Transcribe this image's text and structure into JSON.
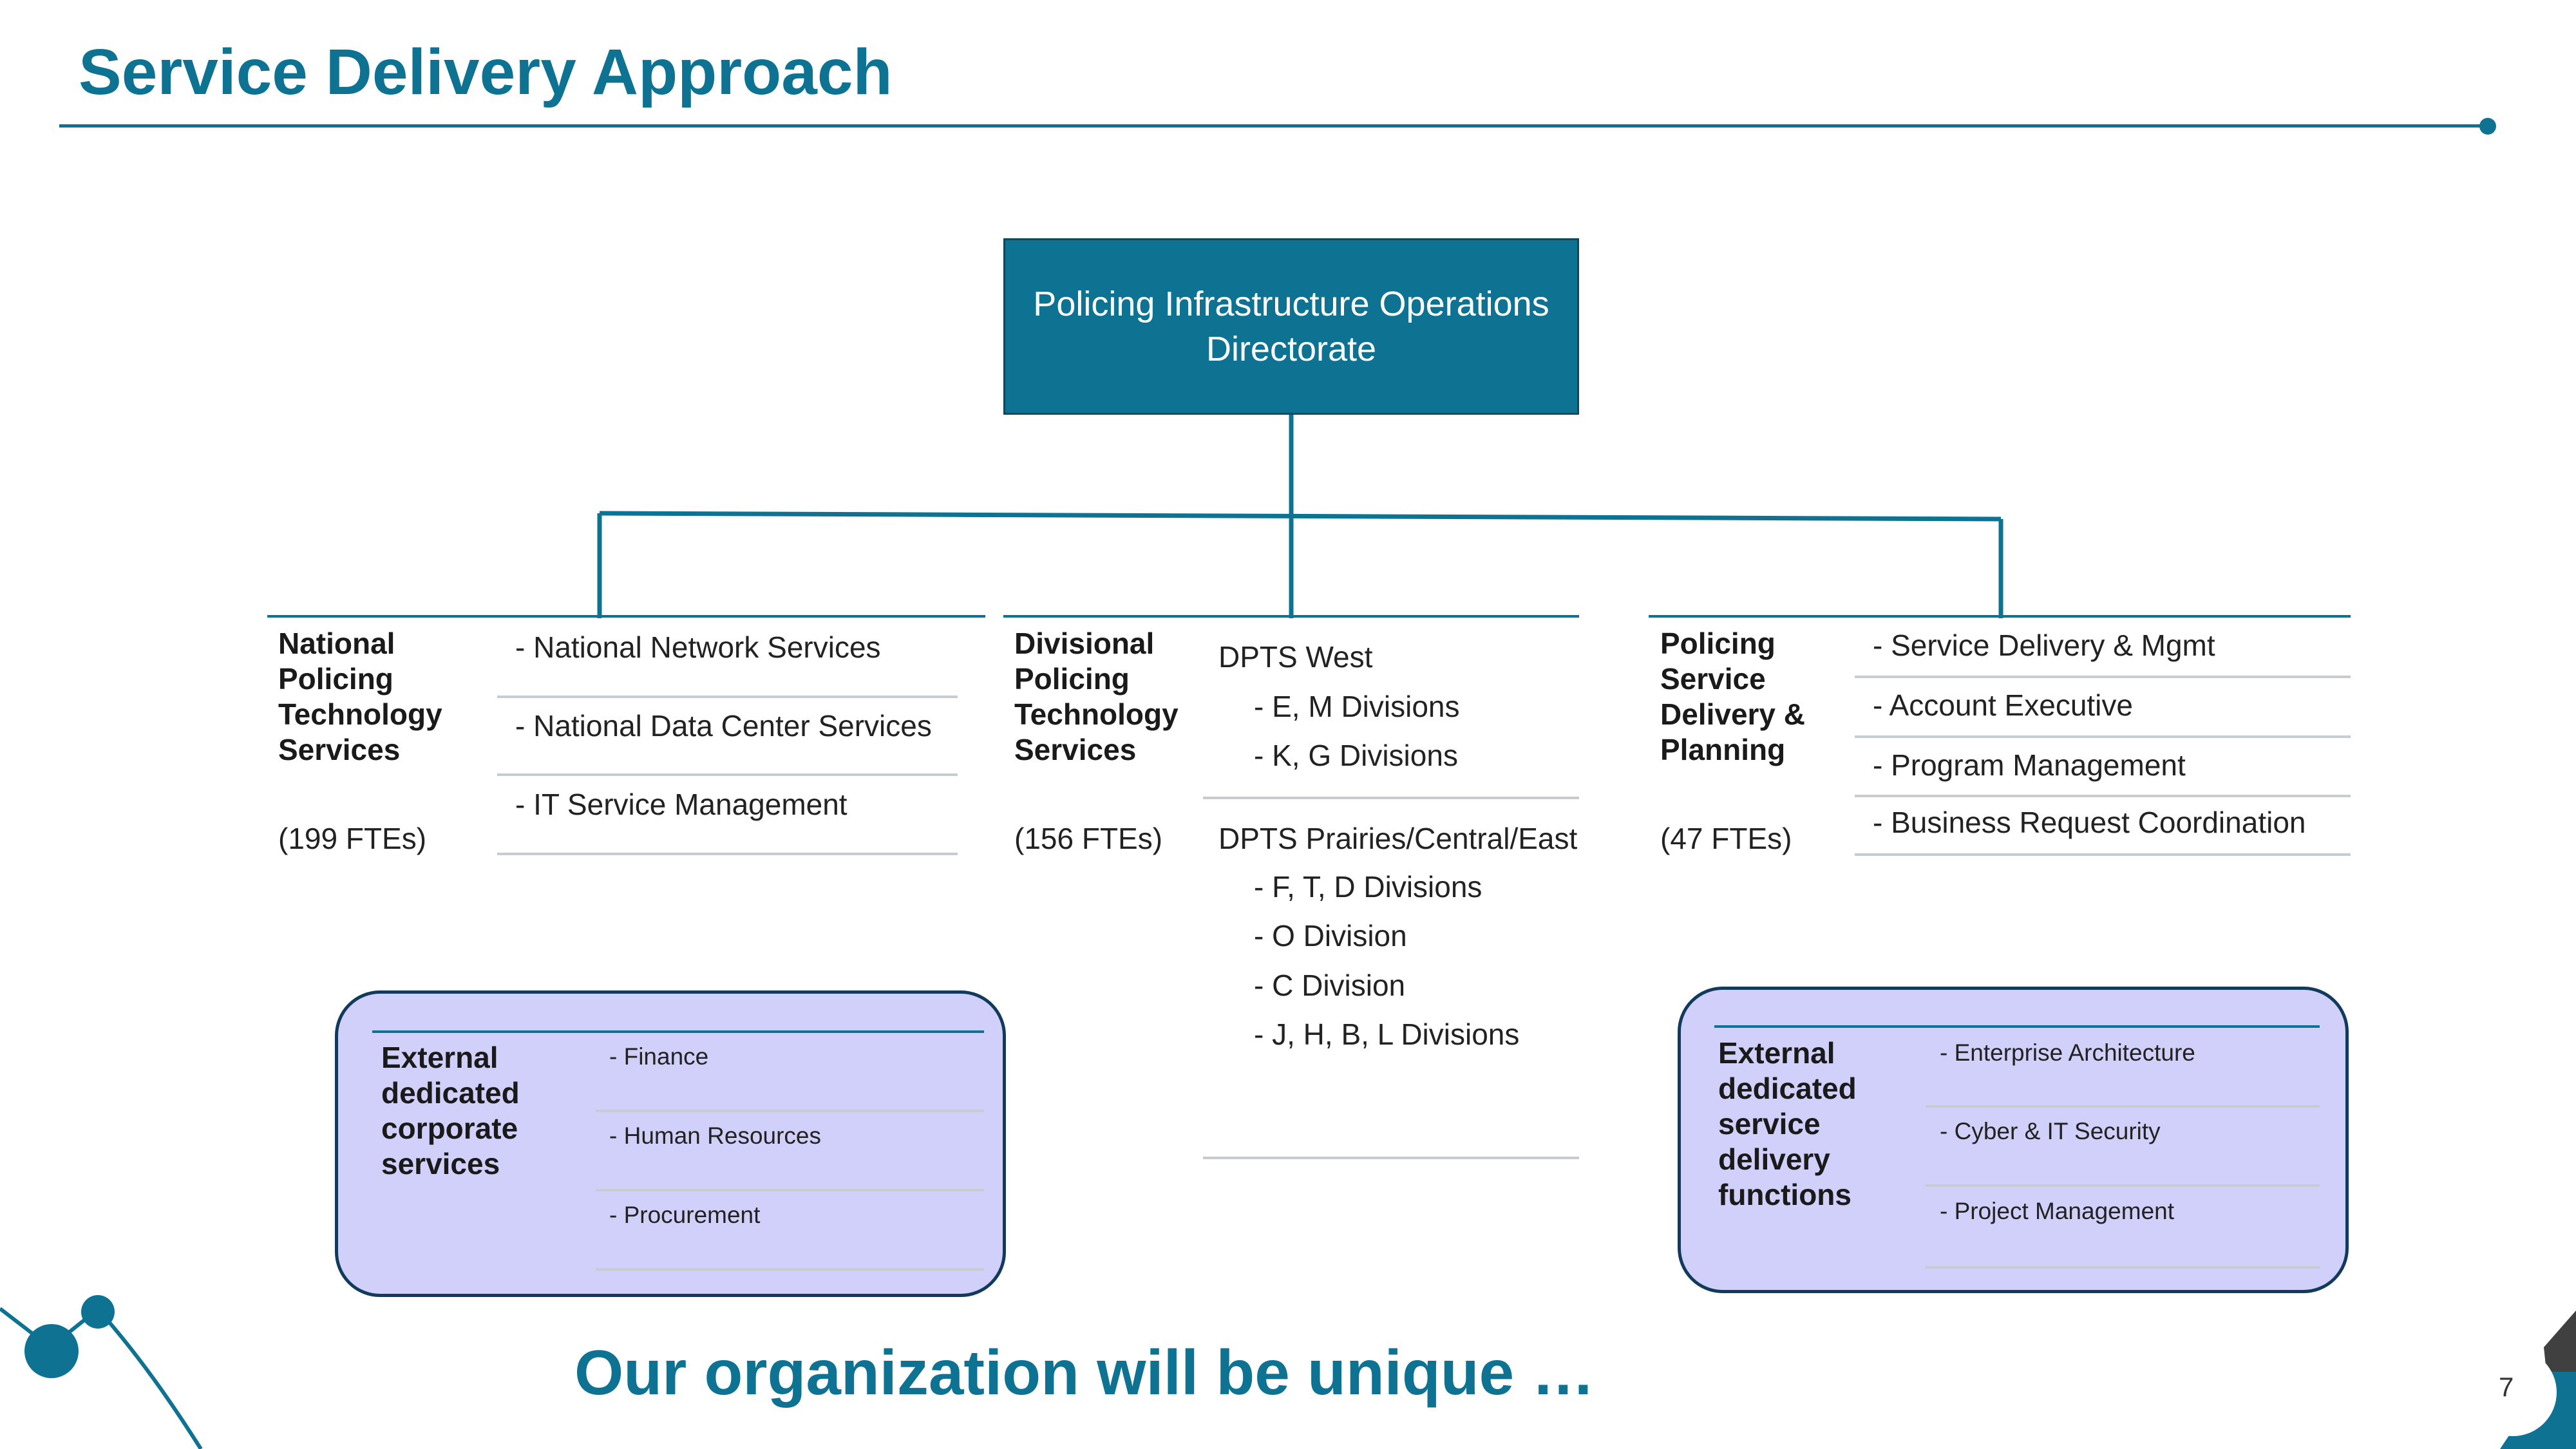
{
  "title": "Service Delivery Approach",
  "top_box": {
    "label": "Policing Infrastructure Operations Directorate"
  },
  "columns": {
    "npts": {
      "name_lines": [
        "National",
        "Policing",
        "Technology",
        "Services"
      ],
      "ftes": "(199 FTEs)",
      "items": [
        "- National Network Services",
        "- National Data Center Services",
        "- IT Service Management"
      ]
    },
    "dpts": {
      "name_lines": [
        "Divisional",
        "Policing",
        "Technology",
        "Services"
      ],
      "ftes": "(156 FTEs)",
      "west": {
        "title": "DPTS West",
        "items": [
          "- E, M Divisions",
          "- K, G Divisions"
        ]
      },
      "east": {
        "title": "DPTS Prairies/Central/East",
        "items": [
          "- F, T, D Divisions",
          "- O Division",
          "- C Division",
          "- J, H, B, L Divisions"
        ]
      }
    },
    "psdp": {
      "name_lines": [
        "Policing",
        "Service",
        "Delivery &",
        "Planning"
      ],
      "ftes": "(47 FTEs)",
      "items": [
        "- Service Delivery & Mgmt",
        "- Account Executive",
        "- Program Management",
        "- Business Request Coordination"
      ]
    }
  },
  "external_corporate": {
    "name_lines": [
      "External",
      "dedicated",
      "corporate",
      "services"
    ],
    "items": [
      "- Finance",
      "- Human Resources",
      "- Procurement"
    ]
  },
  "external_service": {
    "name_lines": [
      "External",
      "dedicated",
      "service",
      "delivery",
      "functions"
    ],
    "items": [
      "- Enterprise Architecture",
      "- Cyber & IT Security",
      "- Project Management"
    ]
  },
  "tagline": "Our organization will be unique …",
  "page_number": "7",
  "colors": {
    "brand_teal": "#0e7393",
    "box_lavender": "#d0d0fb",
    "box_border": "#123a5c"
  }
}
